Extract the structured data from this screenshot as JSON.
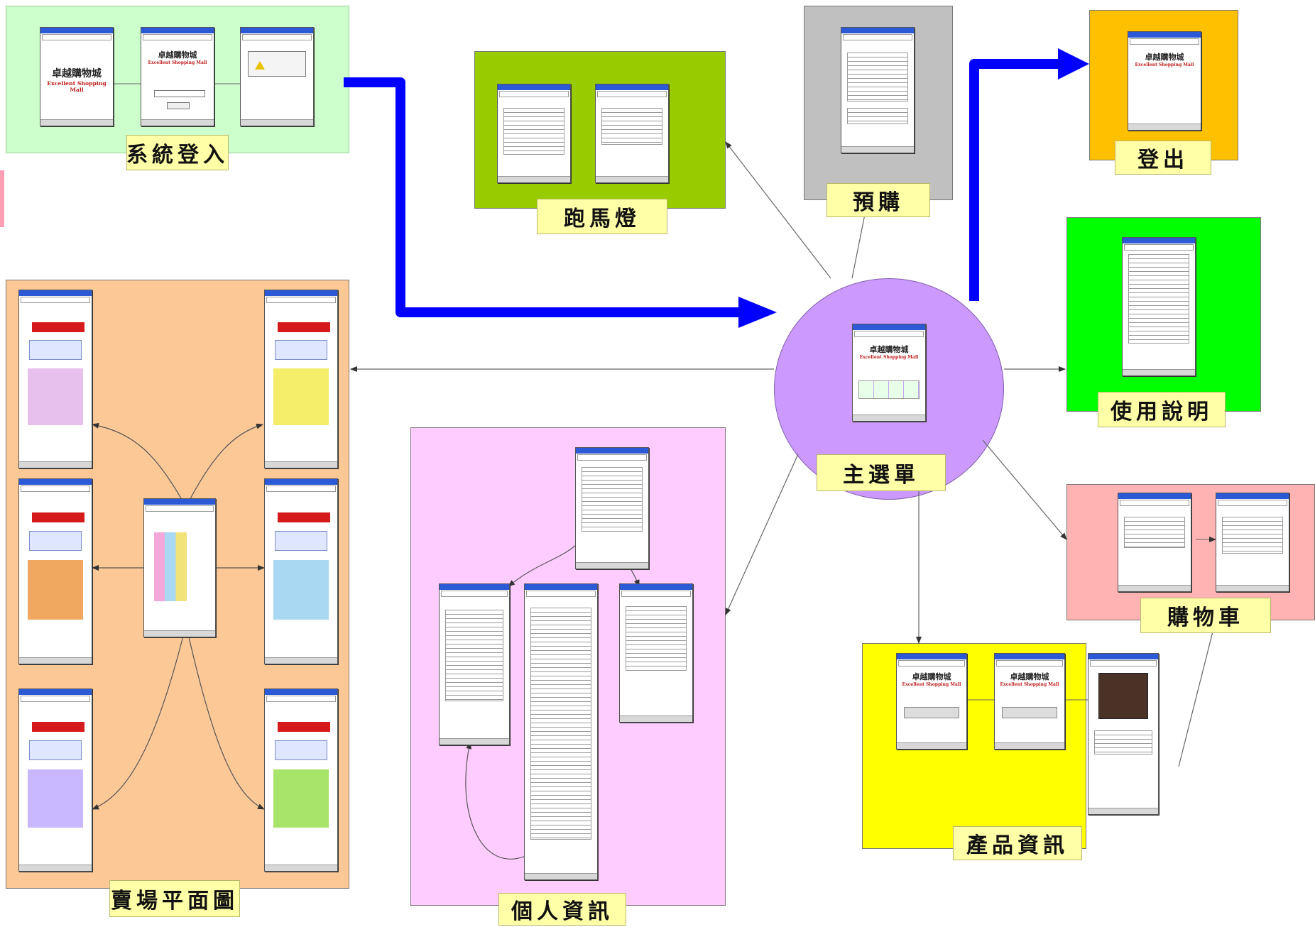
{
  "labels": {
    "login": "系統登入",
    "marquee": "跑馬燈",
    "preorder": "預購",
    "logout": "登出",
    "help": "使用說明",
    "main_menu": "主選單",
    "cart": "購物車",
    "product_info": "產品資訊",
    "personal_info": "個人資訊",
    "floor_plan": "賣場平面圖"
  },
  "brand": {
    "zh": "卓越購物城",
    "en": "Excellent Shopping Mall"
  },
  "colors": {
    "login_panel": "#ccffcc",
    "marquee_panel": "#99cc00",
    "preorder_panel": "#c0c0c0",
    "logout_panel": "#ffc000",
    "help_panel": "#00ff00",
    "main_menu_circle": "#cc99ff",
    "cart_panel": "#ffb3b3",
    "product_panel": "#ffff00",
    "personal_panel": "#ffccff",
    "floor_panel": "#fcc896",
    "flow_arrow": "#0000ff",
    "label_fill": "#ffffa8"
  }
}
